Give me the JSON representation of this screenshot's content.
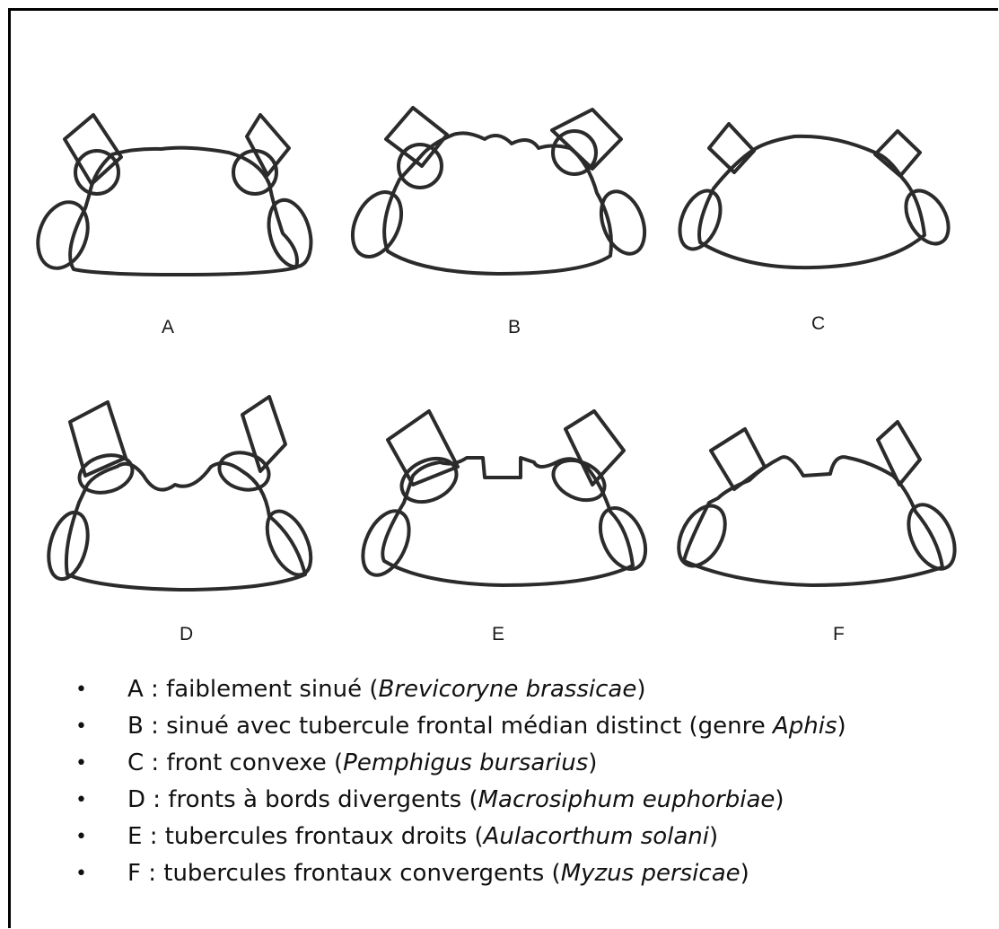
{
  "panels": [
    {
      "letter": "A"
    },
    {
      "letter": "B"
    },
    {
      "letter": "C"
    },
    {
      "letter": "D"
    },
    {
      "letter": "E"
    },
    {
      "letter": "F"
    }
  ],
  "legend": [
    {
      "bullet": "•",
      "prefix": "A : faiblement sinué (",
      "italic": "Brevicoryne brassicae",
      "suffix": ")"
    },
    {
      "bullet": "•",
      "prefix": "B : sinué avec tubercule frontal médian distinct (genre ",
      "italic": "Aphis",
      "suffix": ")"
    },
    {
      "bullet": "•",
      "prefix": "C : front convexe (",
      "italic": "Pemphigus bursarius",
      "suffix": ")"
    },
    {
      "bullet": "•",
      "prefix": "D : fronts à bords divergents (",
      "italic": "Macrosiphum euphorbiae",
      "suffix": ")"
    },
    {
      "bullet": "•",
      "prefix": "E : tubercules frontaux droits (",
      "italic": "Aulacorthum solani",
      "suffix": ")"
    },
    {
      "bullet": "•",
      "prefix": "F : tubercules frontaux convergents (",
      "italic": "Myzus persicae",
      "suffix": ")"
    }
  ]
}
